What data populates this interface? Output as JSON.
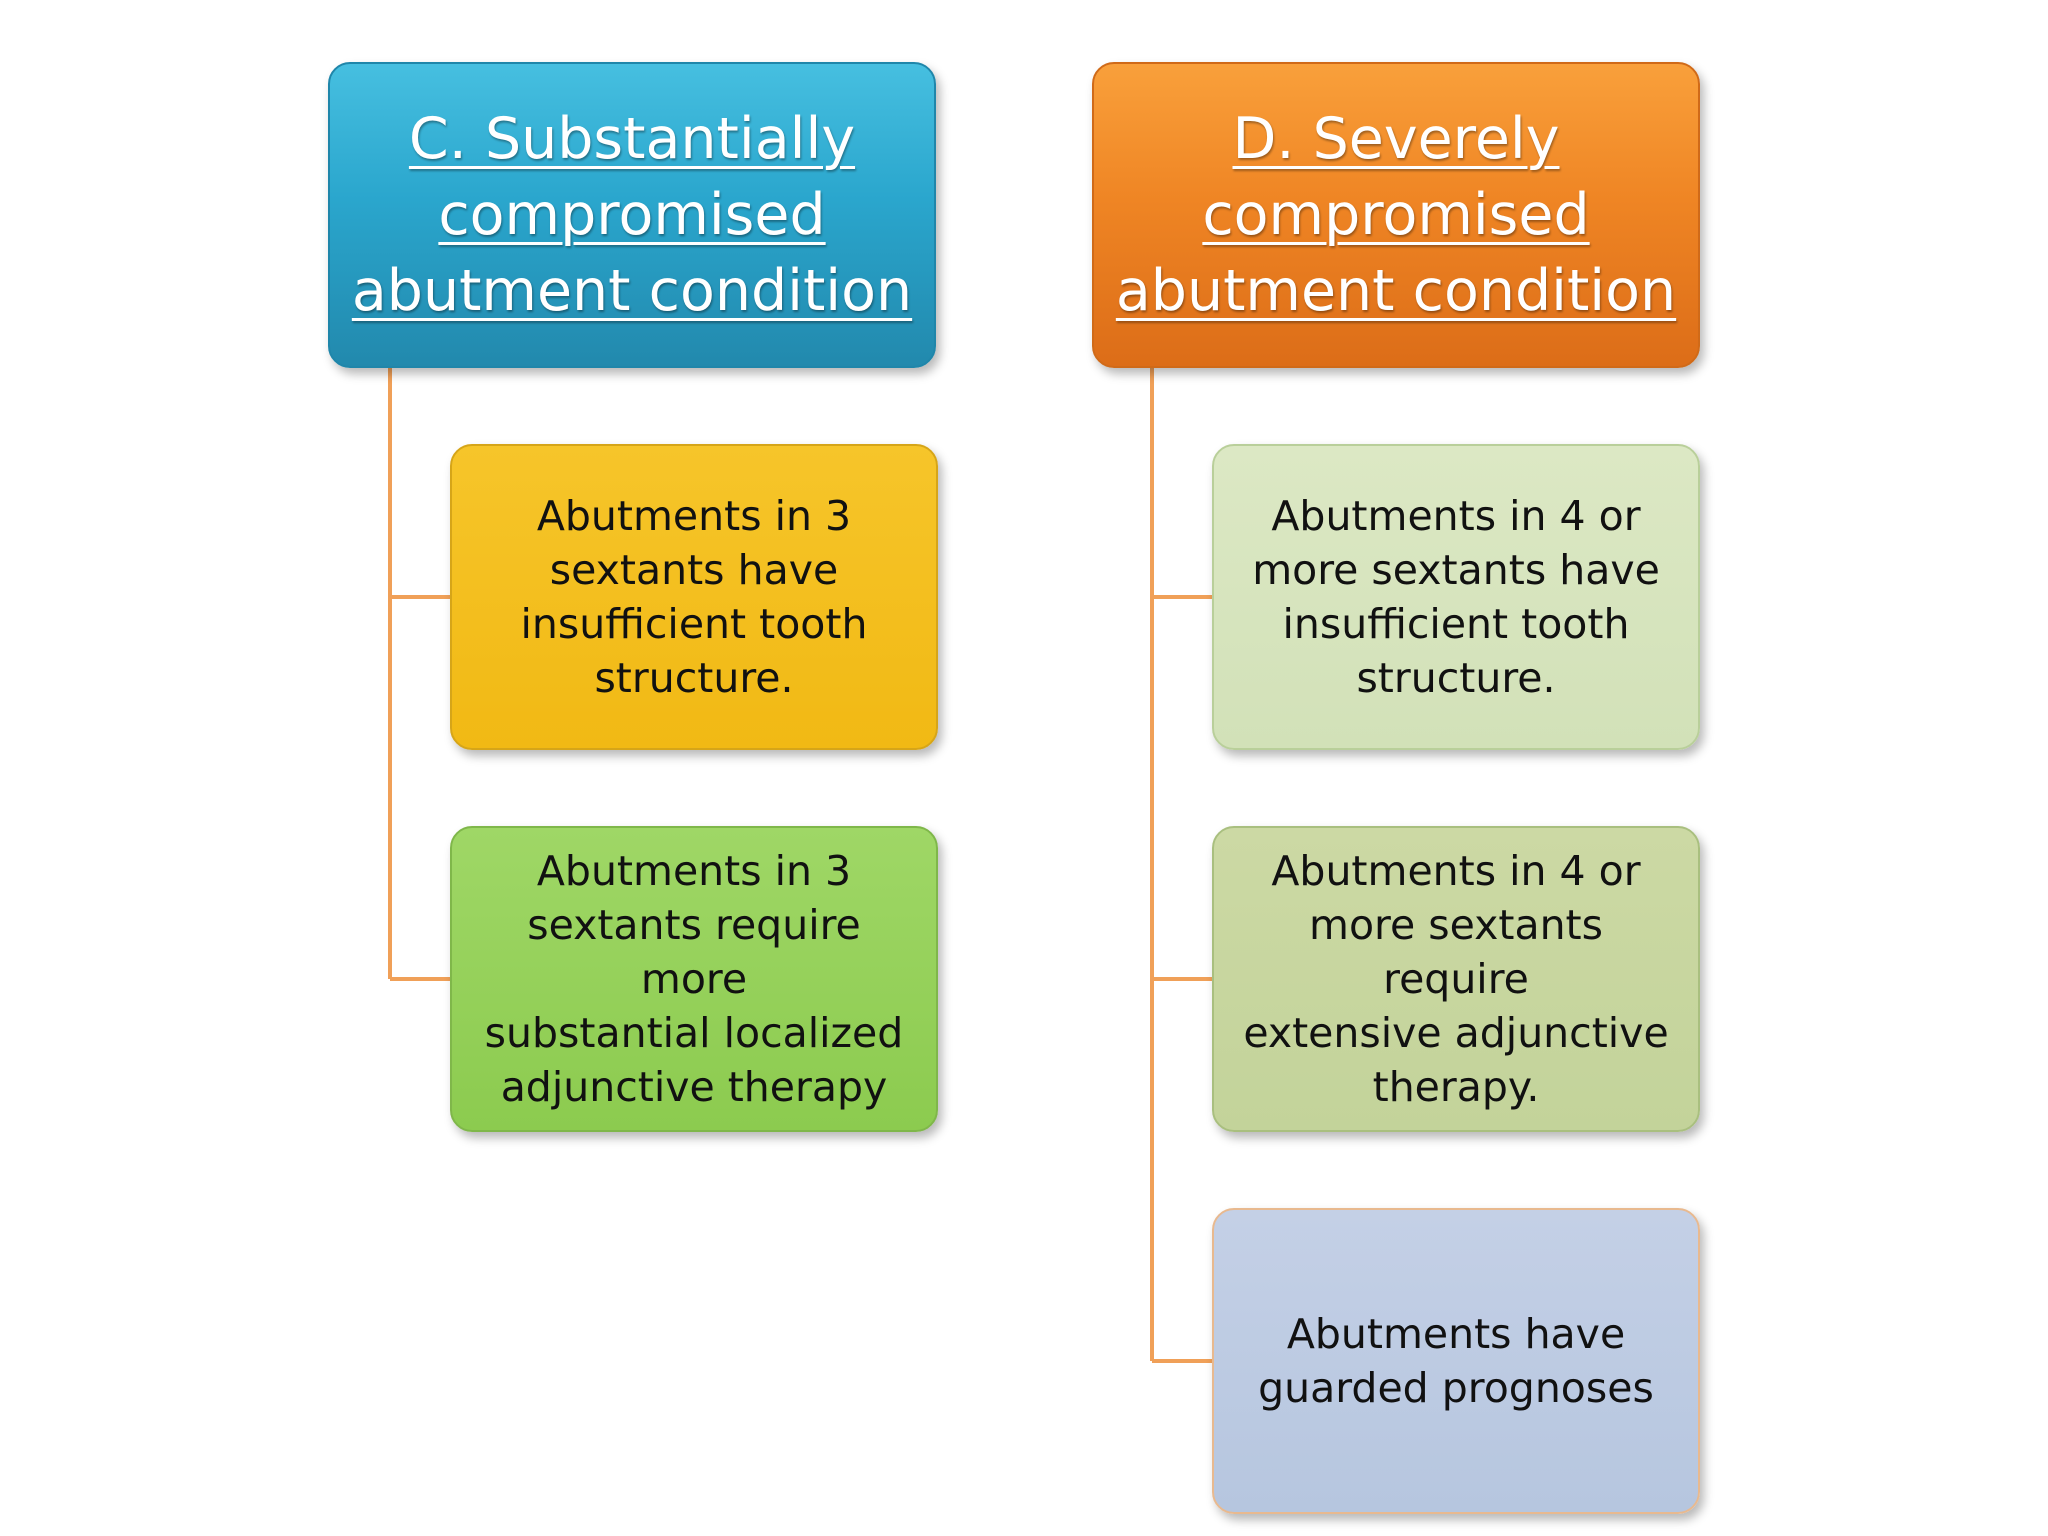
{
  "columns": [
    {
      "header": [
        "C. Substantially",
        "compromised",
        "abutment condition"
      ],
      "children": [
        [
          "Abutments in 3",
          "sextants have",
          "insufficient tooth",
          "structure."
        ],
        [
          "Abutments in 3",
          "sextants require more",
          "substantial localized",
          "adjunctive therapy"
        ]
      ]
    },
    {
      "header": [
        "D. Severely",
        "compromised",
        "abutment condition"
      ],
      "children": [
        [
          "Abutments in 4 or",
          "more sextants have",
          "insufficient tooth",
          "structure."
        ],
        [
          "Abutments in 4 or",
          "more sextants require",
          "extensive adjunctive",
          "therapy."
        ],
        [
          "Abutments have",
          "guarded prognoses"
        ]
      ]
    }
  ],
  "colors": {
    "connector": "#f0a058",
    "header_c": "#2aa6cd",
    "header_d": "#ef8524",
    "child_c1": "#f1b914",
    "child_c2": "#8ccb4f",
    "child_d1": "#d2e1b8",
    "child_d2": "#c3d39a",
    "child_d3": "#b6c6df"
  }
}
